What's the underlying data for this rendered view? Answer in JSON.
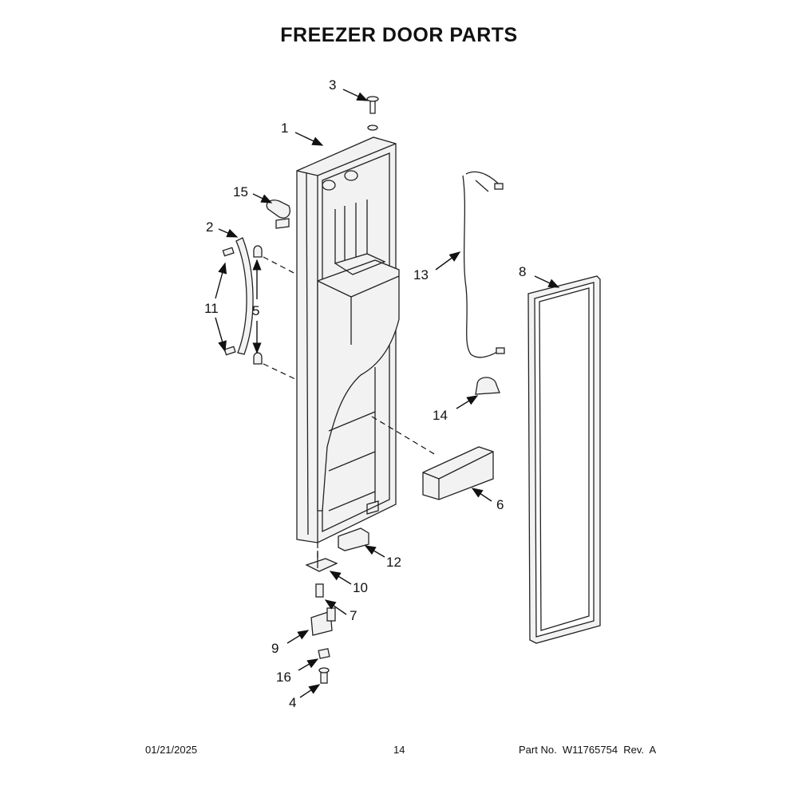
{
  "title": "FREEZER DOOR PARTS",
  "footer": {
    "date": "01/21/2025",
    "page": "14",
    "part_no": "Part No.  W11765754  Rev.  A"
  },
  "callouts": {
    "c1": "1",
    "c2": "2",
    "c3": "3",
    "c4": "4",
    "c5": "5",
    "c6": "6",
    "c7": "7",
    "c8": "8",
    "c9": "9",
    "c10": "10",
    "c11": "11",
    "c12": "12",
    "c13": "13",
    "c14": "14",
    "c15": "15",
    "c16": "16"
  }
}
